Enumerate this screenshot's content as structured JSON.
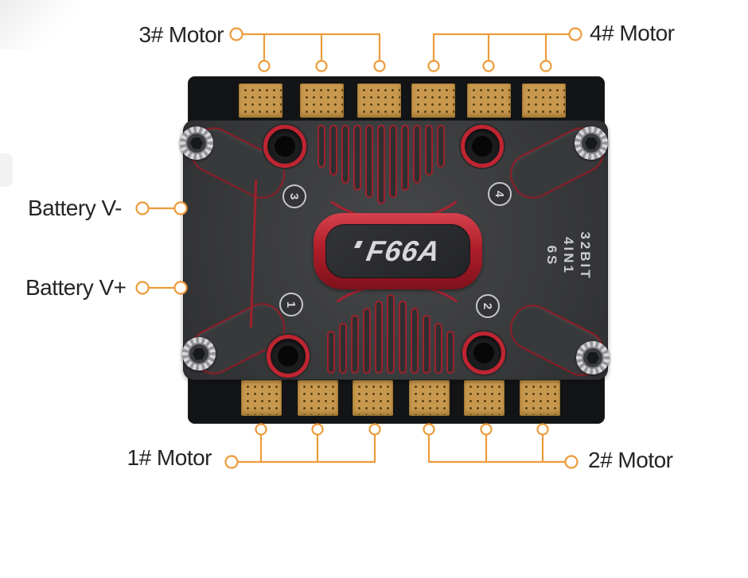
{
  "annotations": {
    "motor3": {
      "label": "3# Motor"
    },
    "motor4": {
      "label": "4# Motor"
    },
    "battery_neg": {
      "label": "Battery V-"
    },
    "battery_pos": {
      "label": "Battery V+"
    },
    "motor1": {
      "label": "1# Motor"
    },
    "motor2": {
      "label": "2# Motor"
    }
  },
  "board": {
    "model": "F66A",
    "specs": {
      "line1": "32BIT",
      "line2": "4IN1",
      "line3": "6S"
    },
    "badges": {
      "top_left": "3",
      "top_right": "4",
      "bottom_left": "1",
      "bottom_right": "2"
    }
  },
  "colors": {
    "annotation": "#ED9B3A",
    "accent_red": "#C22531"
  }
}
